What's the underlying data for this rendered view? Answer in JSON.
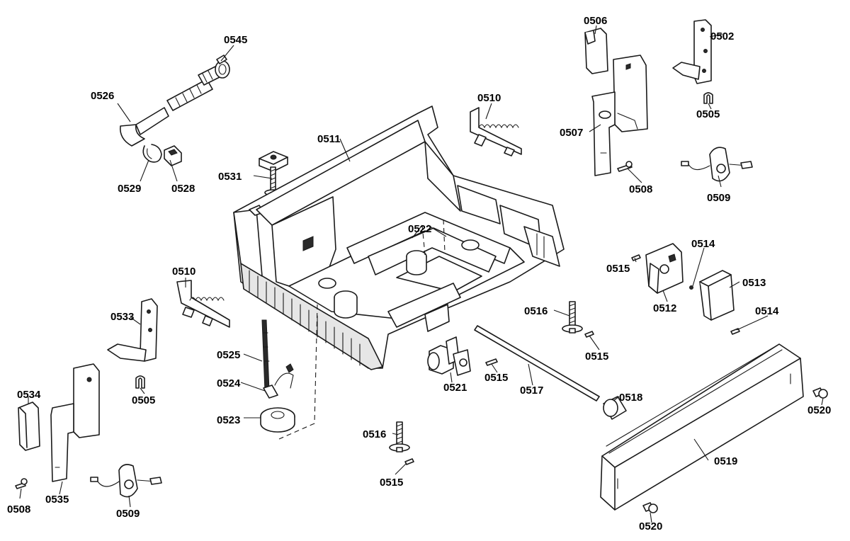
{
  "labels": {
    "l0545": "0545",
    "l0526": "0526",
    "l0529": "0529",
    "l0528": "0528",
    "l0531": "0531",
    "l0511": "0511",
    "l0510a": "0510",
    "l0510b": "0510",
    "l0506": "0506",
    "l0502": "0502",
    "l0505a": "0505",
    "l0507": "0507",
    "l0508a": "0508",
    "l0509a": "0509",
    "l0522": "0522",
    "l0515a": "0515",
    "l0514a": "0514",
    "l0513": "0513",
    "l0512": "0512",
    "l0514b": "0514",
    "l0516a": "0516",
    "l0515b": "0515",
    "l0533": "0533",
    "l0505b": "0505",
    "l0525": "0525",
    "l0524": "0524",
    "l0523": "0523",
    "l0521": "0521",
    "l0515c": "0515",
    "l0517": "0517",
    "l0518": "0518",
    "l0520a": "0520",
    "l0519": "0519",
    "l0534": "0534",
    "l0516b": "0516",
    "l0515d": "0515",
    "l0508b": "0508",
    "l0535": "0535",
    "l0509b": "0509",
    "l0520b": "0520"
  }
}
